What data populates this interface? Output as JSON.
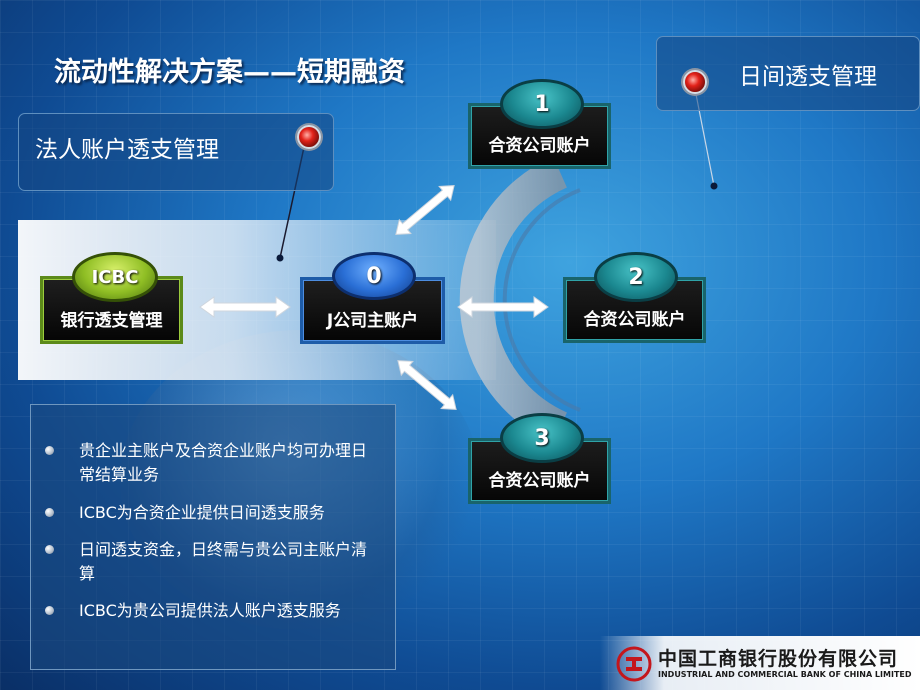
{
  "title": "流动性解决方案——短期融资",
  "callouts": {
    "left": "法人账户透支管理",
    "right": "日间透支管理"
  },
  "nodes": {
    "icbc": {
      "badge": "ICBC",
      "label": "银行透支管理"
    },
    "main": {
      "badge": "0",
      "label": "J公司主账户"
    },
    "sub1": {
      "badge": "1",
      "label": "合资公司账户"
    },
    "sub2": {
      "badge": "2",
      "label": "合资公司账户"
    },
    "sub3": {
      "badge": "3",
      "label": "合资公司账户"
    }
  },
  "bullets": [
    "贵企业主账户及合资企业账户均可办理日常结算业务",
    "ICBC为合资企业提供日间透支服务",
    "日间透支资金，日终需与贵公司主账户清算",
    "ICBC为贵公司提供法人账户透支服务"
  ],
  "logo": {
    "cn": "中国工商银行股份有限公司",
    "en": "INDUSTRIAL AND COMMERCIAL BANK OF CHINA LIMITED"
  },
  "colors": {
    "teal": "#19646b",
    "blue": "#1e5ca8",
    "green": "#5c8a1a",
    "pin_red": "#e3221a",
    "logo_red": "#c4161c"
  }
}
